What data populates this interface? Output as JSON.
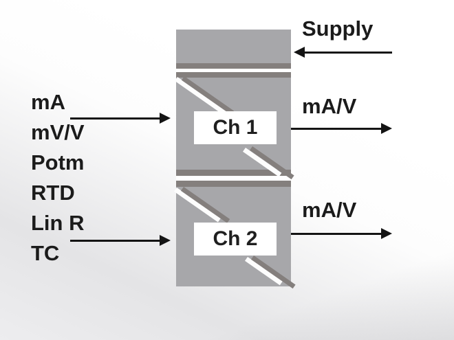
{
  "diagram": {
    "supply": {
      "label": "Supply"
    },
    "inputs": {
      "labels": [
        "mA",
        "mV/V",
        "Potm",
        "RTD",
        "Lin R",
        "TC"
      ]
    },
    "channels": [
      {
        "label": "Ch 1",
        "output_label": "mA/V"
      },
      {
        "label": "Ch 2",
        "output_label": "mA/V"
      }
    ],
    "colors": {
      "block_gray": "#a7a7aa",
      "edge_dark": "#847f7d",
      "label_box_white": "#ffffff",
      "arrow_black": "#141414"
    }
  }
}
